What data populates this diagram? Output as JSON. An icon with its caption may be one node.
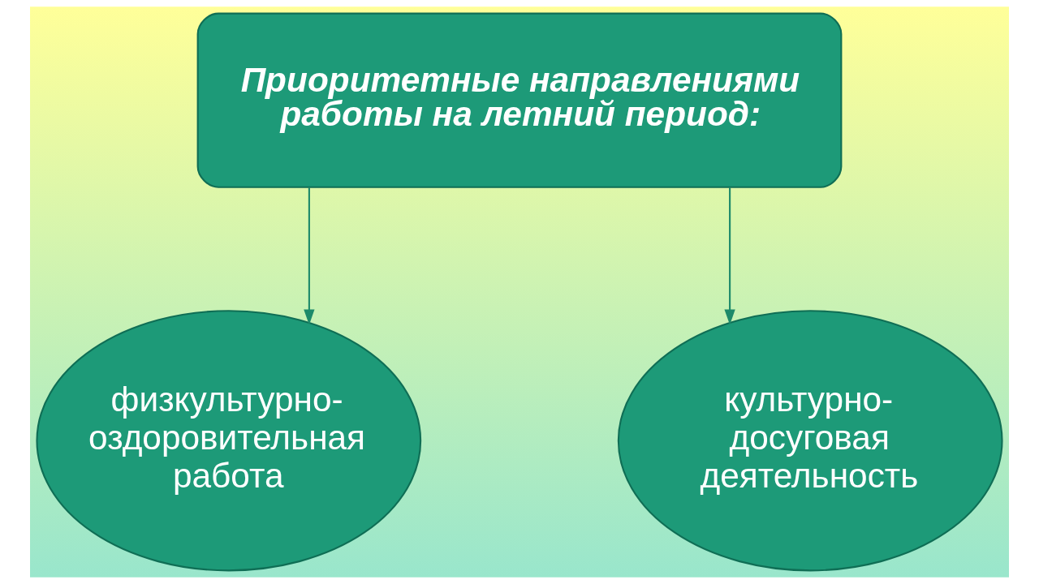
{
  "diagram": {
    "nodes": [
      {
        "text": [
          "Приоритетные направлениями работы на летний период:"
        ]
      },
      {
        "text": [
          "физкультурно-оздоровительная работа"
        ]
      },
      {
        "text": [
          "культурно-досуговая деятельность"
        ]
      }
    ],
    "edges": [
      {
        "from": 0,
        "to": 1,
        "arrow": "to"
      },
      {
        "from": 0,
        "to": 2,
        "arrow": "to"
      }
    ]
  }
}
